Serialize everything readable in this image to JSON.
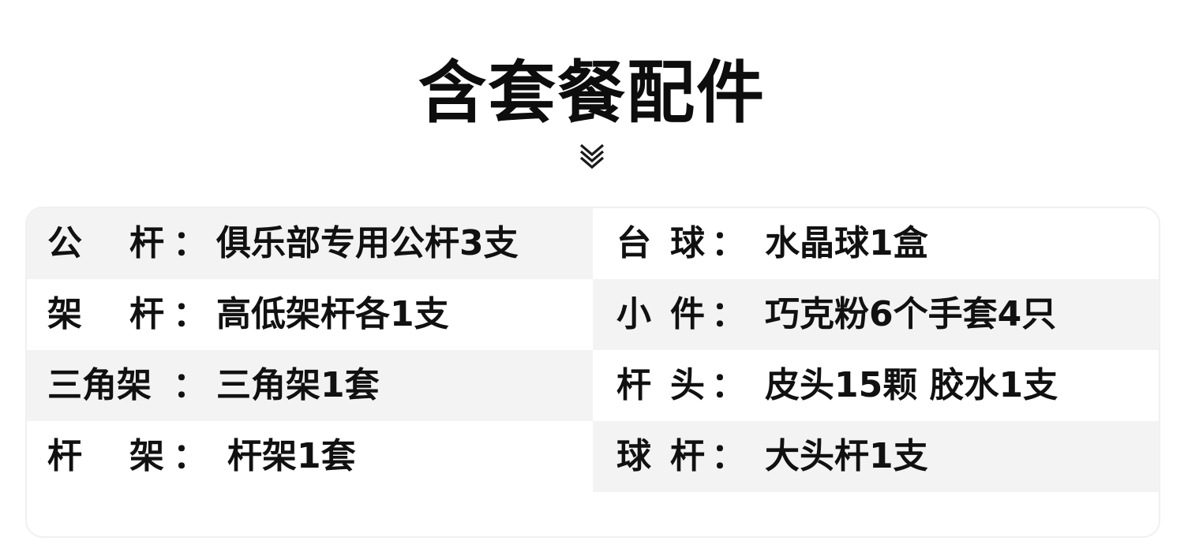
{
  "title": "含套餐配件",
  "accessories": [
    {
      "left": {
        "label_chars": [
          "公",
          "杆"
        ],
        "colon": "：",
        "value": "俱乐部专用公杆3支"
      },
      "right": {
        "label_chars": [
          "台",
          "球"
        ],
        "colon": "：",
        "value": "水晶球1盒"
      }
    },
    {
      "left": {
        "label_chars": [
          "架",
          "杆"
        ],
        "colon": "：",
        "value": "高低架杆各1支"
      },
      "right": {
        "label_chars": [
          "小",
          "件"
        ],
        "colon": "：",
        "value": "巧克粉6个手套4只"
      }
    },
    {
      "left": {
        "label": "三角架",
        "colon": "：",
        "value": "三角架1套"
      },
      "right": {
        "label_chars": [
          "杆",
          "头"
        ],
        "colon": "：",
        "value": "皮头15颗 胶水1支"
      }
    },
    {
      "left": {
        "label_chars": [
          "杆",
          "架"
        ],
        "colon": "：",
        "value": "杆架1套"
      },
      "right": {
        "label_chars": [
          "球",
          "杆"
        ],
        "colon": "：",
        "value": "大头杆1支"
      }
    }
  ],
  "colors": {
    "row_gray": "#f3f3f3",
    "row_white": "#ffffff",
    "text": "#111111",
    "card_border": "#f0f0f0"
  },
  "icons": {
    "divider": "double-chevron-down-icon"
  }
}
